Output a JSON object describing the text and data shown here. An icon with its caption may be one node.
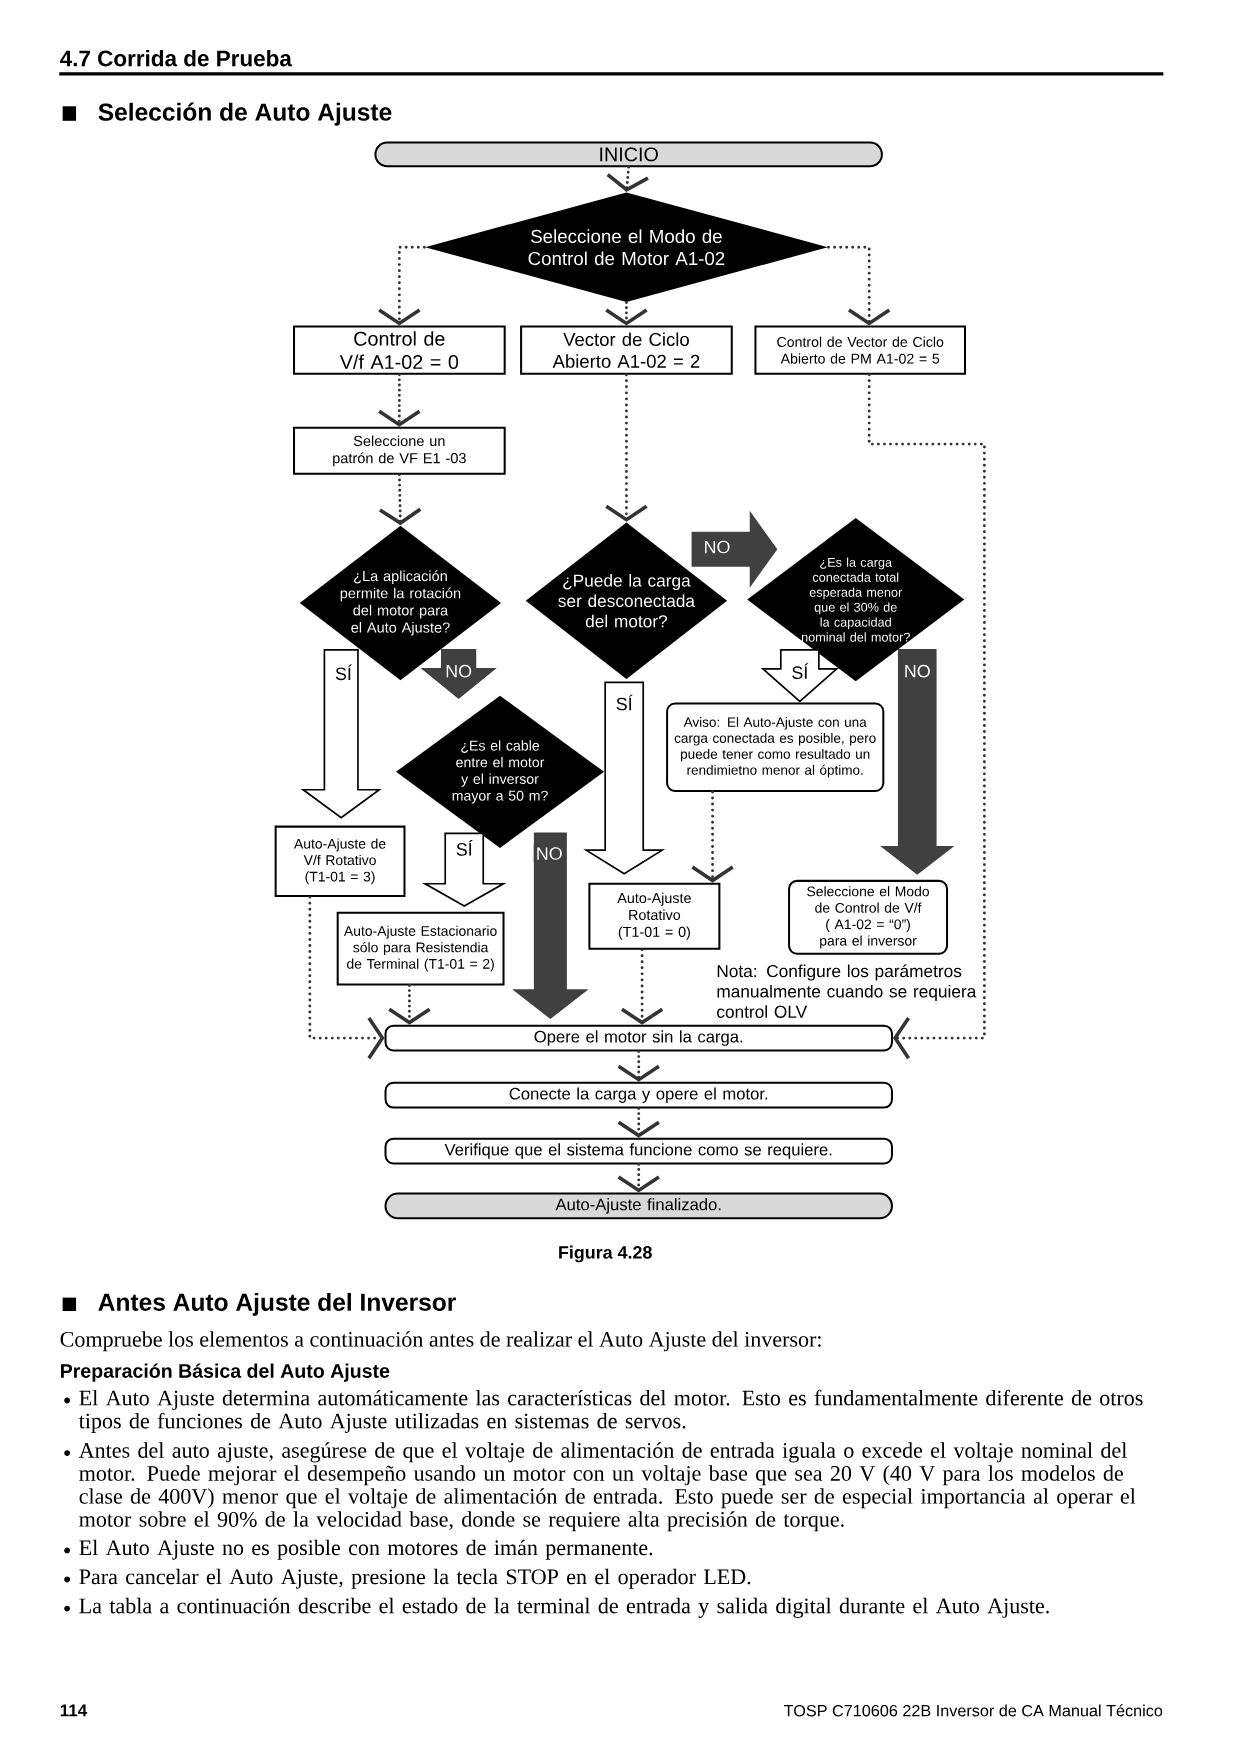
{
  "diagram": {
    "title": "Selección de Auto Ajuste",
    "caption": "Figura 4.28",
    "nodes": [
      {
        "text": [
          "INICIO"
        ]
      },
      {
        "text": [
          "Seleccione el Modo de Control de Motor A1-02"
        ]
      },
      {
        "text": [
          "Control de V/f A1-02 = 0"
        ]
      },
      {
        "text": [
          "Vector de Ciclo Abierto A1-02 = 2"
        ]
      },
      {
        "text": [
          "Control de Vector de Ciclo Abierto de PM A1-02 = 5"
        ]
      },
      {
        "text": [
          "Seleccione un patrón de VF E1 -03"
        ]
      },
      {
        "text": [
          "¿La aplicación permite la rotación del motor para el Auto Ajuste?"
        ]
      },
      {
        "text": [
          "¿Puede la carga ser desconectada del motor?"
        ]
      },
      {
        "text": [
          "¿Es la carga conectada total esperada menor que el 30% de la capacidad nominal del motor?"
        ]
      },
      {
        "text": [
          "¿Es el cable entre el motor y el inversor mayor a 50 m?"
        ]
      },
      {
        "text": [
          "Auto-Ajuste de V/f Rotativo (T1-01 = 3)"
        ]
      },
      {
        "text": [
          "Auto-Ajuste Estacionario sólo para Resistendia de Terminal (T1-01 = 2)"
        ]
      },
      {
        "text": [
          "Auto-Ajuste Rotativo (T1-01 = 0)"
        ]
      },
      {
        "text": [
          "Aviso: El Auto-Ajuste con una carga conectada es posible, pero puede tener como resultado un rendimietno menor al óptimo."
        ]
      },
      {
        "text": [
          "Seleccione el Modo de Control de V/f ( A1-02 = “0”) para el inversor"
        ],
        "beside": [
          "Nota: Configure los parámetros manualmente cuando se requiera control OLV"
        ]
      },
      {
        "text": [
          "Opere el motor sin la carga."
        ]
      },
      {
        "text": [
          "Conecte la carga y opere el motor."
        ]
      },
      {
        "text": [
          "Verifique que el sistema funcione como se requiere."
        ]
      },
      {
        "text": [
          "Auto-Ajuste finalizado."
        ]
      }
    ],
    "edges": [
      {
        "from": 0,
        "to": 1,
        "arrow": "to"
      },
      {
        "from": 1,
        "to": 2,
        "arrow": "to",
        "style": "dashed"
      },
      {
        "from": 1,
        "to": 3,
        "arrow": "to"
      },
      {
        "from": 1,
        "to": 4,
        "arrow": "to",
        "style": "dashed"
      },
      {
        "from": 2,
        "to": 5,
        "arrow": "to"
      },
      {
        "from": 5,
        "to": 6,
        "arrow": "to"
      },
      {
        "from": 3,
        "to": 7,
        "arrow": "to",
        "style": "dashed"
      },
      {
        "from": 6,
        "to": 10,
        "arrow": "to",
        "label": "SÍ",
        "style": "thick",
        "color": "#ffffff"
      },
      {
        "from": 6,
        "to": 9,
        "arrow": "to",
        "label": "NO",
        "style": "thick"
      },
      {
        "from": 7,
        "to": 12,
        "arrow": "to",
        "label": "SÍ",
        "style": "thick",
        "color": "#ffffff"
      },
      {
        "from": 7,
        "to": 8,
        "arrow": "to",
        "label": "NO",
        "style": "thick"
      },
      {
        "from": 8,
        "to": 13,
        "arrow": "to",
        "label": "SÍ",
        "style": "thick",
        "color": "#ffffff"
      },
      {
        "from": 8,
        "to": 14,
        "arrow": "to",
        "label": "NO",
        "style": "thick"
      },
      {
        "from": 9,
        "to": 11,
        "arrow": "to",
        "label": "SÍ",
        "style": "thick",
        "color": "#ffffff"
      },
      {
        "from": 9,
        "to": 15,
        "arrow": "to",
        "label": "NO",
        "style": "thick"
      },
      {
        "from": 13,
        "to": 12,
        "arrow": "to",
        "style": "dashed"
      },
      {
        "from": 4,
        "to": 15,
        "arrow": "to",
        "style": "dashed"
      },
      {
        "from": 10,
        "to": 15,
        "arrow": "to",
        "style": "dashed"
      },
      {
        "from": 11,
        "to": 15,
        "arrow": "to"
      },
      {
        "from": 12,
        "to": 15,
        "arrow": "to",
        "style": "dashed"
      },
      {
        "from": 15,
        "to": 16,
        "arrow": "to"
      },
      {
        "from": 16,
        "to": 17,
        "arrow": "to"
      },
      {
        "from": 17,
        "to": 18,
        "arrow": "to"
      }
    ],
    "labels": [
      "4.7 Corrida de Prueba",
      "Antes Auto Ajuste del Inversor",
      "Compruebe los elementos a continuación antes de realizar el Auto Ajuste del inversor:",
      "Preparación Básica del Auto Ajuste",
      "El Auto Ajuste determina automáticamente las características del motor. Esto es fundamentalmente diferente de otros tipos de funciones de Auto Ajuste utilizadas en sistemas de servos.",
      "Antes del auto ajuste, asegúrese de que el voltaje de alimentación de entrada iguala o excede el voltaje nominal del motor. Puede mejorar el desempeño usando un motor con un voltaje base que sea 20 V (40 V para los modelos de clase de 400V) menor que el voltaje de alimentación de entrada. Esto puede ser de especial importancia al operar el motor sobre el 90% de la velocidad base, donde se requiere alta precisión de torque.",
      "El Auto Ajuste no es posible con motores de imán permanente.",
      "Para cancelar el Auto Ajuste, presione la tecla STOP en el operador LED.",
      "La tabla a continuación describe el estado de la terminal de entrada y salida digital durante el Auto Ajuste.",
      "114",
      "TOSP C710606 22B Inversor de CA Manual Técnico"
    ]
  }
}
